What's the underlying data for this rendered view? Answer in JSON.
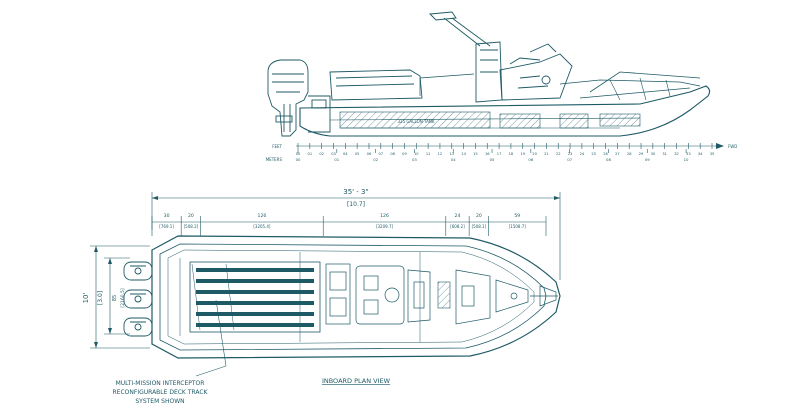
{
  "side_view": {
    "tank_label": "325 GALLON TANK",
    "feet_label": "FEET",
    "meters_label": "METERS",
    "fwd_label": "FWD",
    "feet_ticks": [
      "00",
      "01",
      "02",
      "03",
      "04",
      "05",
      "06",
      "07",
      "08",
      "09",
      "10",
      "11",
      "12",
      "13",
      "14",
      "15",
      "16",
      "17",
      "18",
      "19",
      "20",
      "21",
      "22",
      "23",
      "24",
      "25",
      "26",
      "27",
      "28",
      "29",
      "30",
      "31",
      "32",
      "33",
      "34",
      "35"
    ],
    "meter_ticks": [
      "00",
      "01",
      "02",
      "03",
      "04",
      "05",
      "06",
      "07",
      "08",
      "09",
      "10"
    ]
  },
  "plan_view": {
    "overall_length": "35' - 3\"",
    "overall_length_metric": "[10.7]",
    "segment_dims": [
      {
        "in": "30",
        "mm": "[769.1]"
      },
      {
        "in": "20",
        "mm": "[508.2]"
      },
      {
        "in": "126",
        "mm": "[3205.4]"
      },
      {
        "in": "126",
        "mm": "[3209.7]"
      },
      {
        "in": "24",
        "mm": "[608.2]"
      },
      {
        "in": "20",
        "mm": "[508.1]"
      },
      {
        "in": "59",
        "mm": "[1508.7]"
      }
    ],
    "beam": "10'",
    "beam_metric": "[3.0]",
    "beam_inner": "85",
    "beam_inner_metric": "[2160.5]",
    "callout_line1": "MULTI-MISSION INTERCEPTOR",
    "callout_line2": "RECONFIGURABLE DECK TRACK",
    "callout_line3": "SYSTEM SHOWN",
    "view_title": "INBOARD PLAN VIEW"
  }
}
